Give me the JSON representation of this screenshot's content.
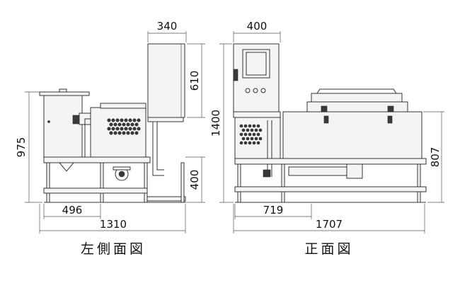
{
  "views": {
    "left": {
      "caption": "左側面図",
      "dims": {
        "top_width": "340",
        "panel_height": "610",
        "total_height": "975",
        "lower_height": "400",
        "inner_width": "496",
        "total_width": "1310"
      }
    },
    "front": {
      "caption": "正面図",
      "dims": {
        "top_width": "400",
        "total_height": "1400",
        "right_height": "807",
        "inner_width": "719",
        "total_width": "1707"
      }
    }
  },
  "colors": {
    "line": "#333333",
    "body_fill": "#f4f4f4",
    "dark_part": "#3a3a3a"
  }
}
